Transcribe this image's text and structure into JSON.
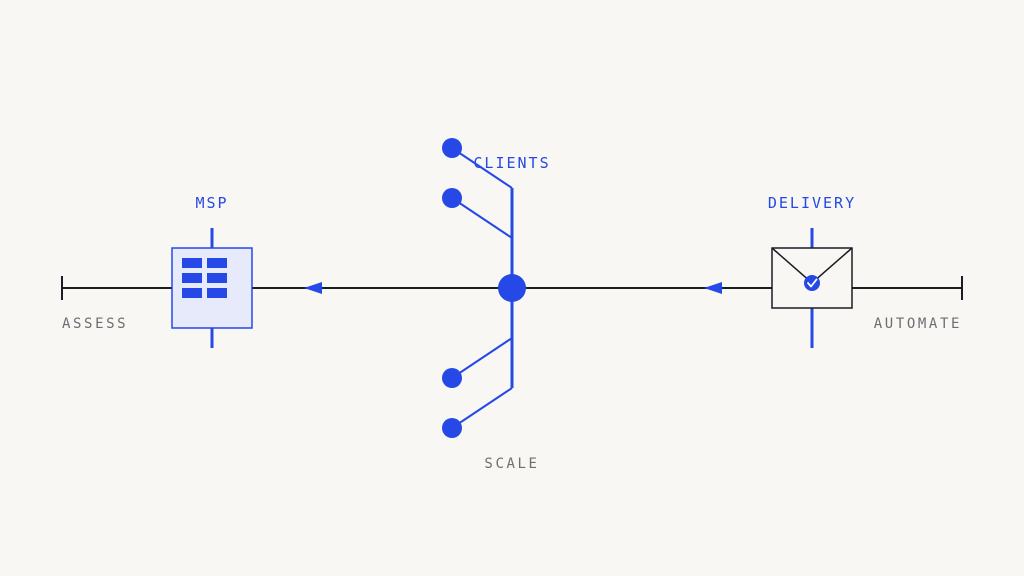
{
  "colors": {
    "background": "#f8f7f3",
    "line_dark": "#1a1d24",
    "accent_blue": "#2648e6",
    "panel_fill": "#e6eafb",
    "label_gray": "#6b6e73"
  },
  "nodes": {
    "msp": {
      "label": "MSP",
      "icon": "grid-icon"
    },
    "clients": {
      "label": "CLIENTS"
    },
    "delivery": {
      "label": "DELIVERY",
      "icon": "envelope-check-icon"
    }
  },
  "stages": {
    "assess": "ASSESS",
    "scale": "SCALE",
    "automate": "AUTOMATE"
  }
}
